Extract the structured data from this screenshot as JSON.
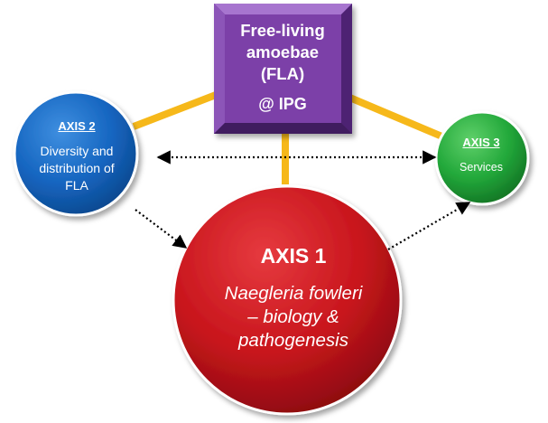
{
  "center_box": {
    "title_lines": [
      "Free-living",
      "amoebae",
      "(FLA)"
    ],
    "subtitle": "@ IPG"
  },
  "axes": {
    "axis1": {
      "title": "AXIS 1",
      "desc_lines": [
        "Naegleria fowleri",
        "– biology &",
        "pathogenesis"
      ],
      "color": "#c8151c"
    },
    "axis2": {
      "title": "AXIS 2",
      "desc_lines": [
        "Diversity and",
        "distribution of",
        "FLA"
      ],
      "color": "#1565c0"
    },
    "axis3": {
      "title": "AXIS 3",
      "desc_lines": [
        "Services"
      ],
      "color": "#22a83a"
    }
  },
  "colors": {
    "center_box": "#7b3fa8",
    "connector": "#f6b81a",
    "arrow": "#000000"
  }
}
